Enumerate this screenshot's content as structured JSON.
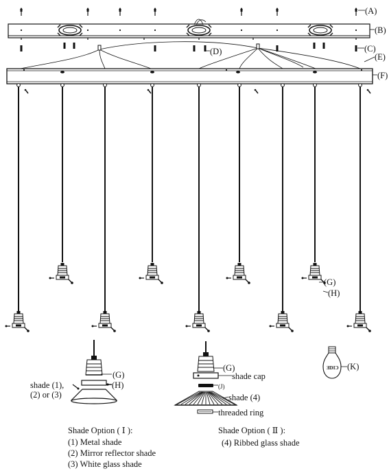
{
  "labels": {
    "A": "(A)",
    "B": "(B)",
    "C": "(C)",
    "D": "(D)",
    "E": "(E)",
    "F": "(F)",
    "G_main": "(G)",
    "H_main": "(H)",
    "G_opt1": "(G)",
    "H_opt1": "(H)",
    "shade_opt1_line1": "shade (1),",
    "shade_opt1_line2": "(2) or (3)",
    "G_opt2": "(G)",
    "shade_cap": "shade cap",
    "J": "(J)",
    "shade4": "shade (4)",
    "threaded_ring": "threaded ring",
    "K": "(K)",
    "bulb_text": "ƎDIƆ"
  },
  "option1": {
    "title": "Shade Option ( Ⅰ ):",
    "items": [
      "(1) Metal shade",
      "(2) Mirror reflector shade",
      "(3) White glass shade"
    ]
  },
  "option2": {
    "title": "Shade Option ( Ⅱ ):",
    "items": [
      "(4) Ribbed glass shade"
    ]
  },
  "colors": {
    "line": "#111111",
    "fill_dark": "#1a1a1a",
    "fill_light": "#ffffff",
    "gray": "#888888"
  },
  "icons": [
    "screw-icon",
    "canopy-bar",
    "pendant-socket",
    "edison-bulb-icon",
    "shade-icon"
  ]
}
